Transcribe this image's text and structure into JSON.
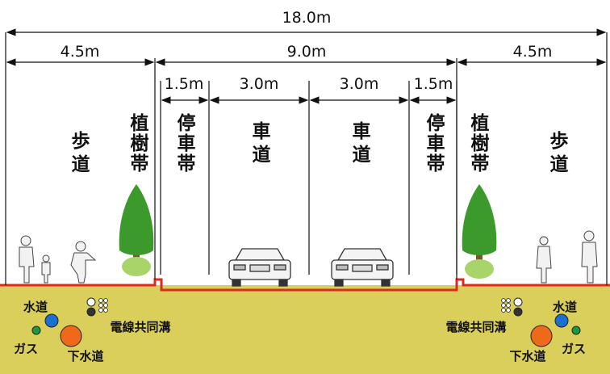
{
  "dimensions": {
    "total": "18.0m",
    "left_sidewalk": "4.5m",
    "roadway": "9.0m",
    "right_sidewalk": "4.5m",
    "left_parking": "1.5m",
    "left_lane": "3.0m",
    "right_lane": "3.0m",
    "right_parking": "1.5m"
  },
  "zones": {
    "sidewalk": "歩道",
    "tree_belt": "植樹帯",
    "parking_belt": "停車帯",
    "lane": "車道"
  },
  "utilities": {
    "water": "水道",
    "gas": "ガス",
    "sewer": "下水道",
    "common_duct": "電線共同溝"
  },
  "colors": {
    "ground": "#d9cf5a",
    "surface_line": "#e0281e",
    "tree": "#3c9a2c",
    "water": "#1a6fd1",
    "gas": "#1c9a3a",
    "sewer": "#ee6a1a"
  }
}
